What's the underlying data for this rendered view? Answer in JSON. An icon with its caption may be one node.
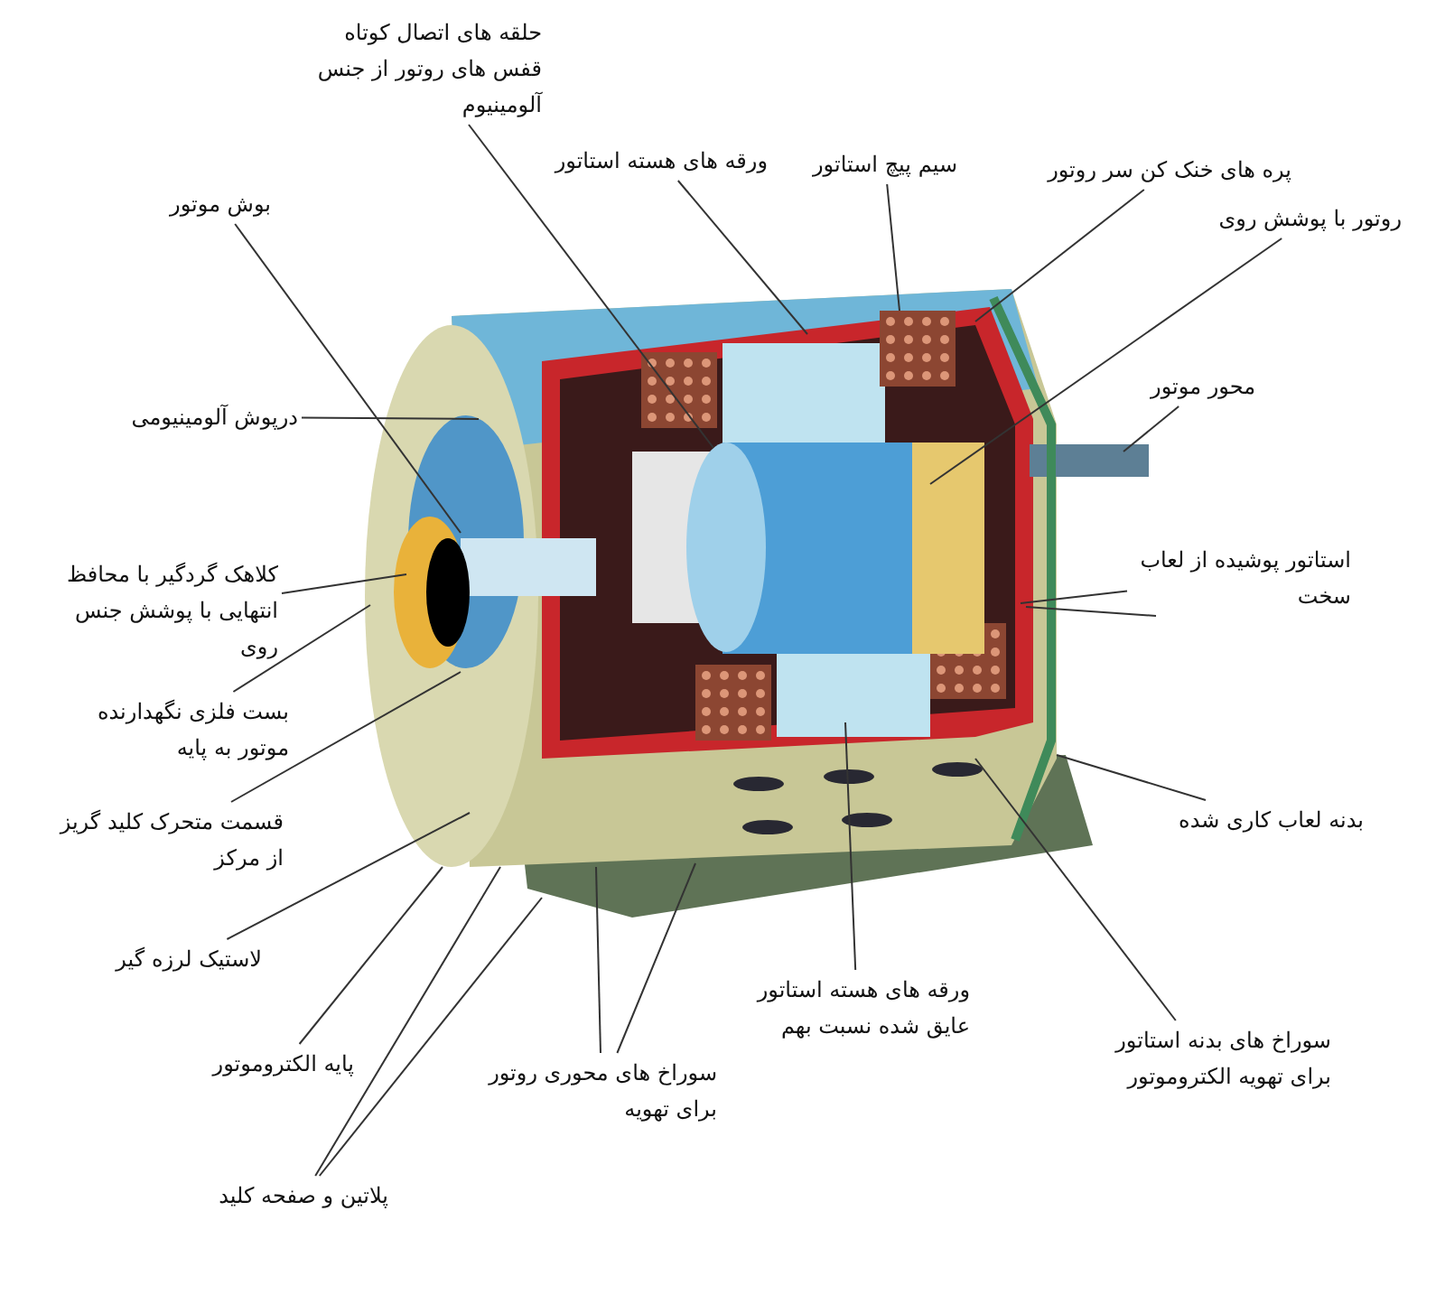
{
  "diagram": {
    "nodes": [
      {
        "text": [
          "حلقه های اتصال کوتاه قفس های روتور از جنس آلومینیوم"
        ]
      },
      {
        "text": [
          "ورقه های هسته استاتور"
        ]
      },
      {
        "text": [
          "سیم پیچ استاتور"
        ]
      },
      {
        "text": [
          "پره های خنک کن سر روتور"
        ]
      },
      {
        "text": [
          "روتور با پوشش روی"
        ]
      },
      {
        "text": [
          "محور موتور"
        ]
      },
      {
        "text": [
          "استاتور پوشیده از لعاب سخت"
        ]
      },
      {
        "text": [
          "بدنه لعاب کاری شده"
        ]
      },
      {
        "text": [
          "سوراخ های بدنه استاتور برای تهویه الکتروموتور"
        ]
      },
      {
        "text": [
          "ورقه های هسته استاتور عایق شده نسبت بهم"
        ]
      },
      {
        "text": [
          "سوراخ های محوری روتور برای تهویه"
        ]
      },
      {
        "text": [
          "پلاتین و صفحه کلید"
        ]
      },
      {
        "text": [
          "پایه الکتروموتور"
        ]
      },
      {
        "text": [
          "لاستیک لرزه گیر"
        ]
      },
      {
        "text": [
          "قسمت متحرک کلید گریز از مرکز"
        ]
      },
      {
        "text": [
          "بست فلزی نگهدارنده موتور به پایه"
        ]
      },
      {
        "text": [
          "کلاهک گردگیر با محافظ انتهایی با پوشش جنس روی"
        ]
      },
      {
        "text": [
          "بوش موتور"
        ]
      },
      {
        "text": [
          "درپوش آلومینیومی"
        ]
      }
    ],
    "edges": [
      {
        "from": 0,
        "to": null,
        "arrow": "none"
      },
      {
        "from": 1,
        "to": null,
        "arrow": "none"
      },
      {
        "from": 2,
        "to": null,
        "arrow": "none"
      },
      {
        "from": 3,
        "to": null,
        "arrow": "none"
      },
      {
        "from": 4,
        "to": null,
        "arrow": "none"
      },
      {
        "from": 5,
        "to": null,
        "arrow": "none"
      },
      {
        "from": 6,
        "to": null,
        "arrow": "none"
      },
      {
        "from": 6,
        "to": null,
        "arrow": "none"
      },
      {
        "from": 7,
        "to": null,
        "arrow": "none"
      },
      {
        "from": 8,
        "to": null,
        "arrow": "none"
      },
      {
        "from": 9,
        "to": null,
        "arrow": "none"
      },
      {
        "from": 10,
        "to": null,
        "arrow": "none"
      },
      {
        "from": 10,
        "to": null,
        "arrow": "none"
      },
      {
        "from": 11,
        "to": null,
        "arrow": "none"
      },
      {
        "from": 11,
        "to": null,
        "arrow": "none"
      },
      {
        "from": 12,
        "to": null,
        "arrow": "none"
      },
      {
        "from": 13,
        "to": null,
        "arrow": "none"
      },
      {
        "from": 14,
        "to": null,
        "arrow": "none"
      },
      {
        "from": 15,
        "to": null,
        "arrow": "none"
      },
      {
        "from": 16,
        "to": null,
        "arrow": "none"
      },
      {
        "from": 17,
        "to": null,
        "arrow": "none"
      },
      {
        "from": 18,
        "to": null,
        "arrow": "none"
      }
    ]
  }
}
